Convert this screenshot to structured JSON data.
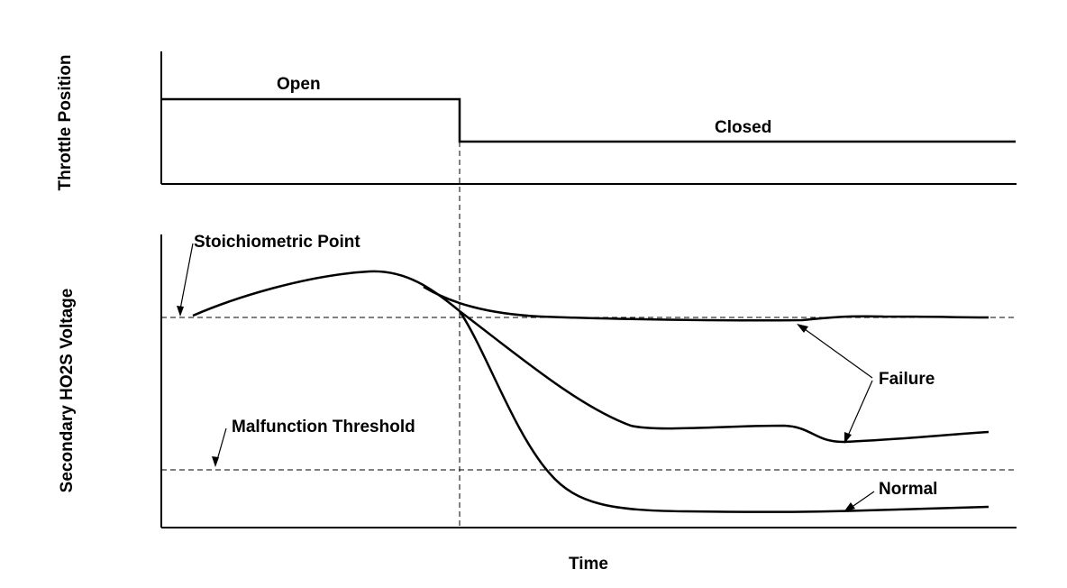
{
  "colors": {
    "line": "#000000",
    "background": "#ffffff"
  },
  "top_panel": {
    "ylabel": "Throttle Position",
    "open_label": "Open",
    "closed_label": "Closed"
  },
  "bottom_panel": {
    "ylabel": "Secondary HO2S Voltage",
    "stoich_label": "Stoichiometric Point",
    "malfunction_label": "Malfunction Threshold",
    "failure_label": "Failure",
    "normal_label": "Normal"
  },
  "xlabel": "Time"
}
